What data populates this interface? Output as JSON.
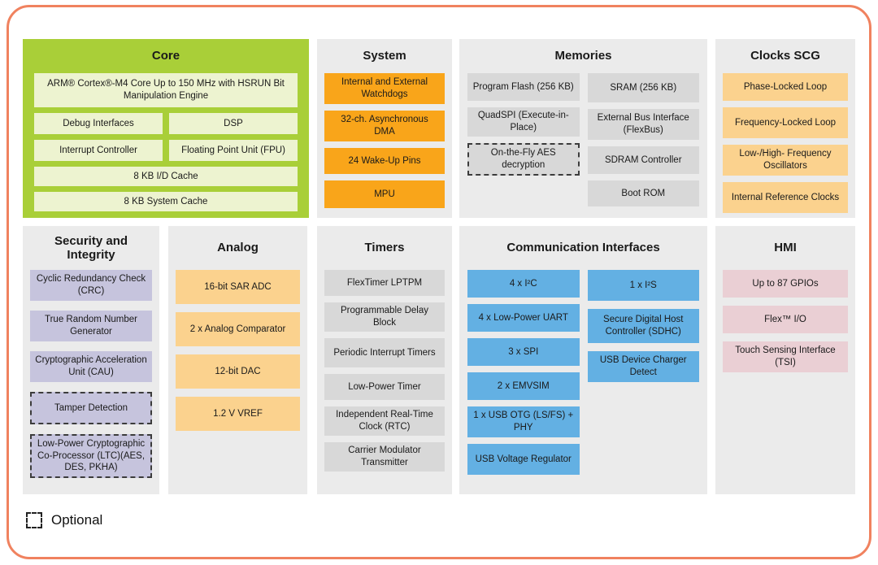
{
  "legend": {
    "label": "Optional"
  },
  "colors": {
    "frame_border": "#f0825f",
    "core_background": "#a9cf38",
    "core_item": "#edf3d0",
    "section_background": "#ebebeb",
    "system_orange": "#f9a51a",
    "clocks_analog_amber": "#fbd28e",
    "memories_timers_gray": "#d8d8d8",
    "communication_blue": "#63b0e3",
    "security_lavender": "#c6c4dd",
    "hmi_pink": "#eacfd4"
  },
  "sections": {
    "core": {
      "title": "Core",
      "items": {
        "cpu": "ARM® Cortex®-M4 Core Up to 150 MHz with HSRUN Bit Manipulation Engine",
        "debug": "Debug Interfaces",
        "dsp": "DSP",
        "interrupt": "Interrupt Controller",
        "fpu": "Floating Point Unit (FPU)",
        "id_cache": "8 KB I/D Cache",
        "system_cache": "8 KB System Cache"
      }
    },
    "system": {
      "title": "System",
      "items": [
        "Internal and External Watchdogs",
        "32-ch. Asynchronous DMA",
        "24 Wake-Up Pins",
        "MPU"
      ]
    },
    "memories": {
      "title": "Memories",
      "col1": [
        "Program Flash (256 KB)",
        "QuadSPI (Execute-in-Place)",
        "On-the-Fly AES decryption"
      ],
      "col2": [
        "SRAM (256 KB)",
        "External Bus Interface (FlexBus)",
        "SDRAM Controller",
        "Boot ROM"
      ]
    },
    "clocks": {
      "title": "Clocks SCG",
      "items": [
        "Phase-Locked Loop",
        "Frequency-Locked Loop",
        "Low-/High- Frequency Oscillators",
        "Internal Reference Clocks"
      ]
    },
    "security": {
      "title": "Security and Integrity",
      "items": [
        "Cyclic Redundancy Check (CRC)",
        "True Random Number Generator",
        "Cryptographic Acceleration Unit (CAU)",
        "Tamper Detection",
        "Low-Power Cryptographic Co-Processor (LTC)(AES, DES, PKHA)"
      ]
    },
    "analog": {
      "title": "Analog",
      "items": [
        "16-bit SAR ADC",
        "2 x Analog Comparator",
        "12-bit DAC",
        "1.2 V VREF"
      ]
    },
    "timers": {
      "title": "Timers",
      "items": [
        "FlexTimer LPTPM",
        "Programmable Delay Block",
        "Periodic Interrupt Timers",
        "Low-Power Timer",
        "Independent Real-Time Clock (RTC)",
        "Carrier Modulator Transmitter"
      ]
    },
    "comm": {
      "title": "Communication Interfaces",
      "col1": [
        "4 x I²C",
        "4 x Low-Power UART",
        "3 x SPI",
        "2 x EMVSIM",
        "1 x USB OTG (LS/FS) + PHY",
        "USB Voltage Regulator"
      ],
      "col2": [
        "1 x I²S",
        "Secure Digital Host Controller (SDHC)",
        "USB Device Charger Detect"
      ]
    },
    "hmi": {
      "title": "HMI",
      "items": [
        "Up to 87 GPIOs",
        "Flex™ I/O",
        "Touch Sensing Interface (TSI)"
      ]
    }
  }
}
